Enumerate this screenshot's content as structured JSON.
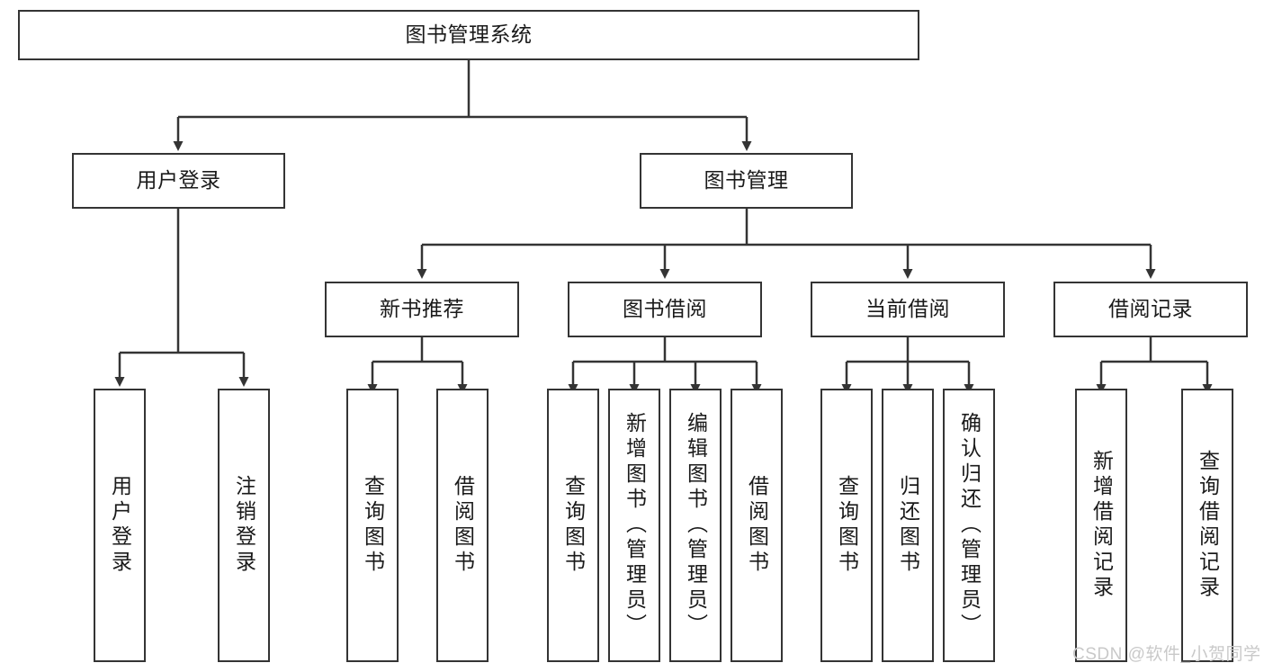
{
  "diagram": {
    "title": "图书管理系统",
    "watermark": "CSDN @软件_小贺同学",
    "type": "tree-hierarchy",
    "colors": {
      "stroke": "#343434",
      "fill": "#ffffff",
      "text": "#1a1a1a",
      "watermark": "#c9c9c9"
    },
    "nodes": {
      "root": {
        "label": "图书管理系统"
      },
      "level2": [
        {
          "label": "用户登录"
        },
        {
          "label": "图书管理"
        }
      ],
      "level3": [
        {
          "label": "新书推荐"
        },
        {
          "label": "图书借阅"
        },
        {
          "label": "当前借阅"
        },
        {
          "label": "借阅记录"
        }
      ],
      "leaves_user_login": [
        {
          "label": "用户登录"
        },
        {
          "label": "注销登录"
        }
      ],
      "leaves_new_book": [
        {
          "label": "查询图书"
        },
        {
          "label": "借阅图书"
        }
      ],
      "leaves_borrow": [
        {
          "label": "查询图书"
        },
        {
          "label": "新增图书（管理员）"
        },
        {
          "label": "编辑图书（管理员）"
        },
        {
          "label": "借阅图书"
        }
      ],
      "leaves_current": [
        {
          "label": "查询图书"
        },
        {
          "label": "归还图书"
        },
        {
          "label": "确认归还（管理员）"
        }
      ],
      "leaves_record": [
        {
          "label": "新增借阅记录"
        },
        {
          "label": "查询借阅记录"
        }
      ]
    }
  }
}
